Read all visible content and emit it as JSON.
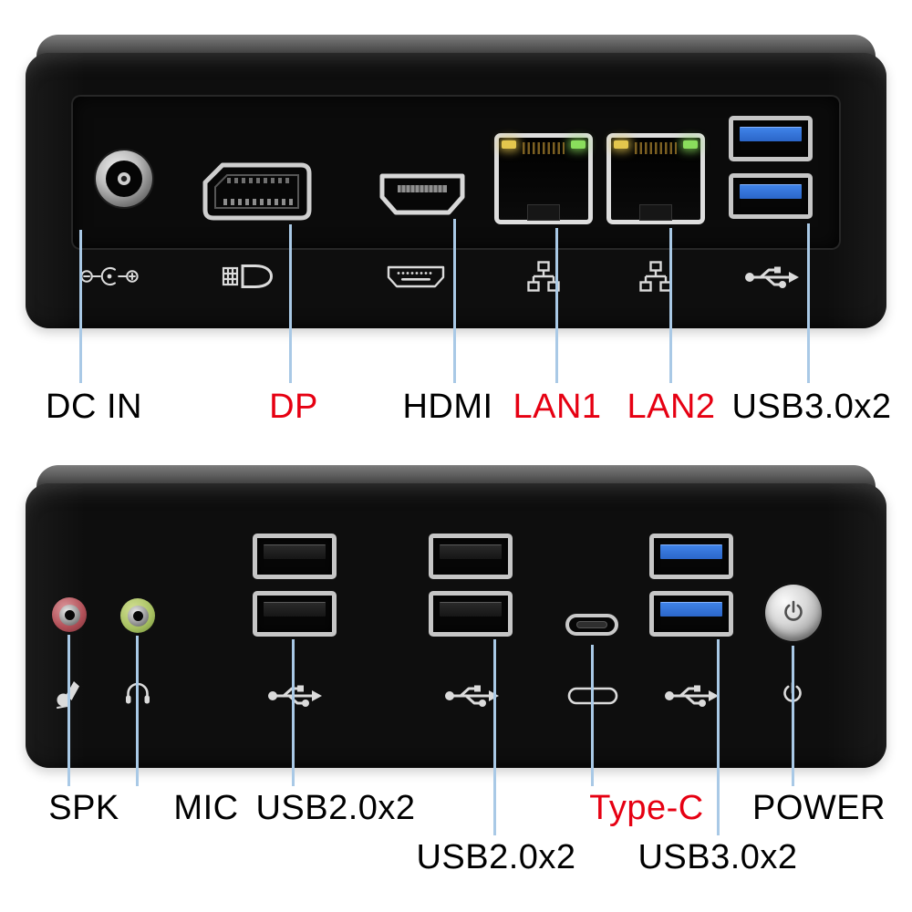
{
  "colors": {
    "background": "#ffffff",
    "chassis": "#0e0e0e",
    "callout_line": "#a9c9e6",
    "red_label": "#e60012",
    "black_label": "#000000",
    "usb3_blue": "#2b66c9",
    "usb2_black": "#2a2a2a",
    "led_amber": "#e3c64d",
    "led_green": "#8ade5c",
    "spk_ring": "#b25058",
    "mic_ring": "#a8c162",
    "port_bezel": "#cccccc"
  },
  "rear_view": {
    "ports": [
      "dc-in-jack",
      "displayport",
      "hdmi",
      "lan1-rj45",
      "lan2-rj45",
      "usb3-double-stack"
    ],
    "icons": [
      "dc-polarity-icon",
      "displayport-logo-icon",
      "hdmi-icon",
      "ethernet-icon",
      "ethernet-icon",
      "usb-icon"
    ],
    "labels": [
      {
        "text": "DC IN",
        "color": "black"
      },
      {
        "text": "DP",
        "color": "red"
      },
      {
        "text": "HDMI",
        "color": "black"
      },
      {
        "text": "LAN1",
        "color": "red"
      },
      {
        "text": "LAN2",
        "color": "red"
      },
      {
        "text": "USB3.0x2",
        "color": "black"
      }
    ]
  },
  "front_view": {
    "ports": [
      "speaker-jack",
      "mic-jack",
      "usb2-double-stack",
      "usb2-double-stack",
      "type-c-port",
      "usb3-double-stack",
      "power-button"
    ],
    "icons": [
      "microphone-icon",
      "headphone-icon",
      "usb-icon",
      "usb-icon",
      "usb-c-icon",
      "usb-icon",
      "power-icon"
    ],
    "labels_row1": [
      {
        "text": "SPK",
        "color": "black"
      },
      {
        "text": "MIC",
        "color": "black"
      },
      {
        "text": "USB2.0x2",
        "color": "black"
      },
      {
        "text": "Type-C",
        "color": "red"
      },
      {
        "text": "POWER",
        "color": "black"
      }
    ],
    "labels_row2": [
      {
        "text": "USB2.0x2",
        "color": "black"
      },
      {
        "text": "USB3.0x2",
        "color": "black"
      }
    ]
  }
}
